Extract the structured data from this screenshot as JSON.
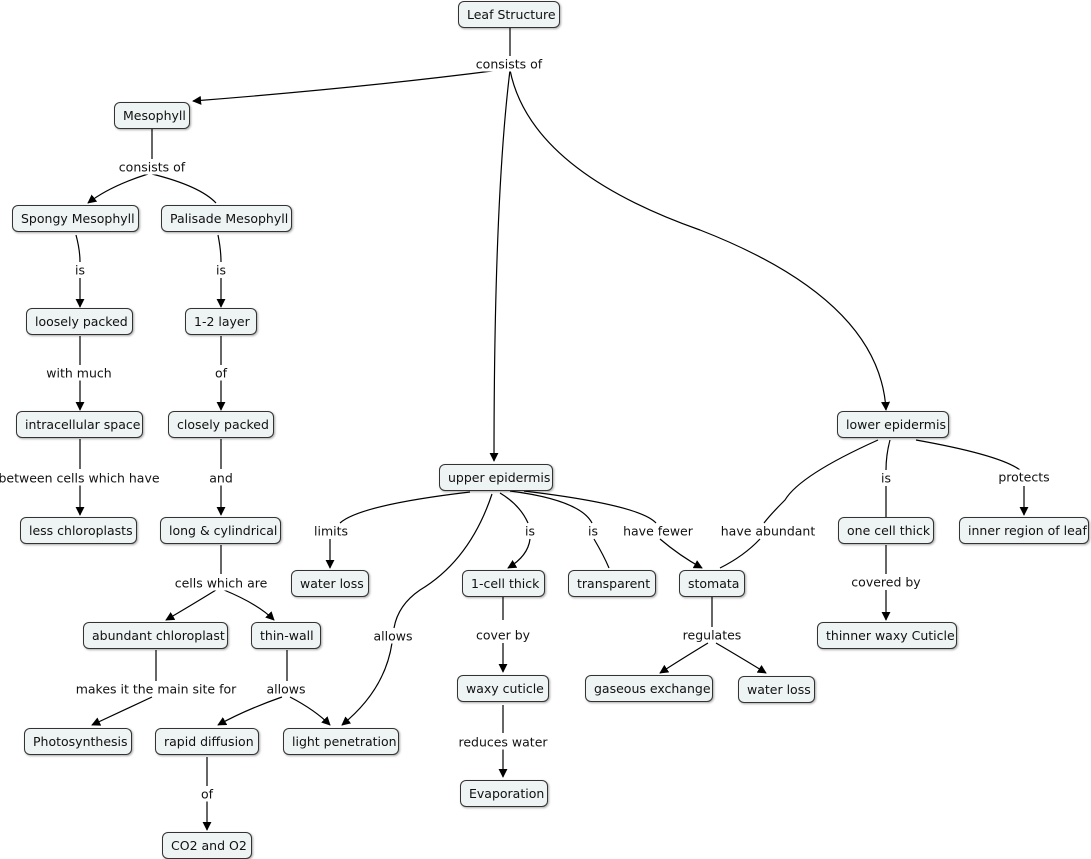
{
  "nodes": {
    "leaf_structure": "Leaf Structure",
    "mesophyll": "Mesophyll",
    "spongy_mesophyll": "Spongy Mesophyll",
    "palisade_mesophyll": "Palisade Mesophyll",
    "loosely_packed": "loosely packed",
    "one_two_layer": "1-2 layer",
    "intracellular_space": "intracellular space",
    "closely_packed": "closely packed",
    "less_chloroplasts": "less chloroplasts",
    "long_cylindrical": "long & cylindrical",
    "abundant_chloroplast": "abundant chloroplast",
    "thin_wall": "thin-wall",
    "photosynthesis": "Photosynthesis",
    "rapid_diffusion": "rapid diffusion",
    "light_penetration": "light penetration",
    "co2_o2": "CO2 and O2",
    "upper_epidermis": "upper epidermis",
    "water_loss_1": "water loss",
    "one_cell_thick_upper": "1-cell thick",
    "transparent": "transparent",
    "stomata": "stomata",
    "waxy_cuticle": "waxy cuticle",
    "evaporation": "Evaporation",
    "gaseous_exchange": "gaseous exchange",
    "water_loss_2": "water loss",
    "lower_epidermis": "lower epidermis",
    "one_cell_thick_lower": "one cell thick",
    "inner_region": "inner region of leaf",
    "thinner_waxy_cuticle": "thinner waxy Cuticle"
  },
  "links": {
    "consists_of_1": "consists of",
    "consists_of_2": "consists of",
    "is_1": "is",
    "is_2": "is",
    "with_much": "with much",
    "of_1": "of",
    "between_cells": "between cells which have",
    "and": "and",
    "cells_which_are": "cells which are",
    "makes_main_site": "makes it the main site for",
    "allows_1": "allows",
    "of_2": "of",
    "limits": "limits",
    "allows_2": "allows",
    "is_3": "is",
    "is_4": "is",
    "have_fewer": "have fewer",
    "have_abundant": "have abundant",
    "cover_by": "cover by",
    "reduces_water": "reduces water",
    "regulates": "regulates",
    "is_5": "is",
    "protects": "protects",
    "covered_by": "covered by"
  }
}
